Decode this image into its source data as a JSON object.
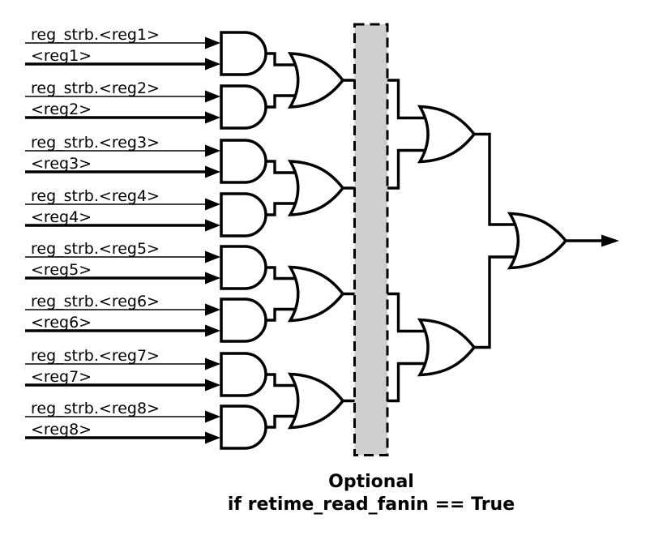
{
  "diagram": {
    "type": "logic-circuit",
    "background_color": "#ffffff",
    "stroke_color": "#000000",
    "gate_fill_color": "#ffffff"
  },
  "inputs": [
    {
      "strobe_label": "reg_strb.<reg1>",
      "reg_label": "<reg1>"
    },
    {
      "strobe_label": "reg_strb.<reg2>",
      "reg_label": "<reg2>"
    },
    {
      "strobe_label": "reg_strb.<reg3>",
      "reg_label": "<reg3>"
    },
    {
      "strobe_label": "reg_strb.<reg4>",
      "reg_label": "<reg4>"
    },
    {
      "strobe_label": "reg_strb.<reg5>",
      "reg_label": "<reg5>"
    },
    {
      "strobe_label": "reg_strb.<reg6>",
      "reg_label": "<reg6>"
    },
    {
      "strobe_label": "reg_strb.<reg7>",
      "reg_label": "<reg7>"
    },
    {
      "strobe_label": "reg_strb.<reg8>",
      "reg_label": "<reg8>"
    }
  ],
  "gates": {
    "and_gate_count": 8,
    "stage2_or_gate_count": 4,
    "stage3_or_gate_count": 2,
    "final_or_gate_count": 1
  },
  "optional_region": {
    "caption_line1": "Optional",
    "caption_line2": "if retime_read_fanin == True",
    "fill_color": "#cfcfcf",
    "border_color": "#000000"
  }
}
